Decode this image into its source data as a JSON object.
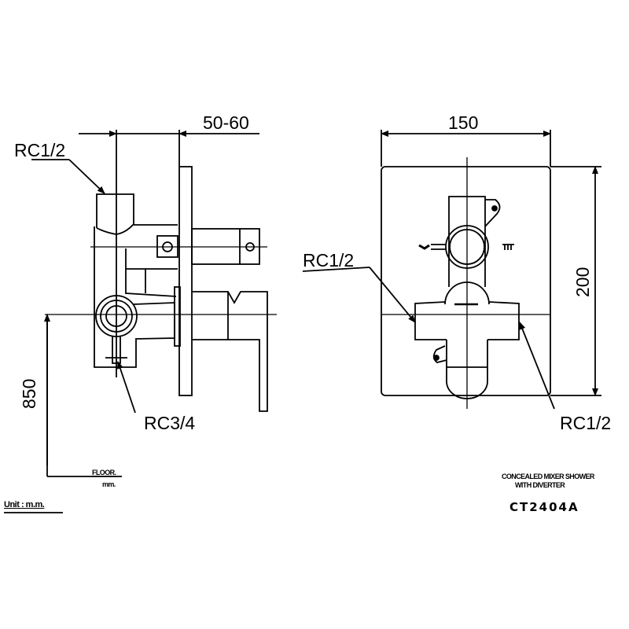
{
  "side_view": {
    "dim_depth": "50-60",
    "inlet_top": "RC1/2",
    "outlet_bottom": "RC3/4",
    "dim_height": "850",
    "floor_label": "FLOOR.",
    "floor_unit": "mm."
  },
  "front_view": {
    "dim_width": "150",
    "dim_height": "200",
    "inlet_left": "RC1/2",
    "inlet_right": "RC1/2"
  },
  "title_block": {
    "unit": "Unit : m.m.",
    "description_line1": "CONCEALED MIXER SHOWER",
    "description_line2": "WITH DIVERTER",
    "model": "CT2404A"
  }
}
